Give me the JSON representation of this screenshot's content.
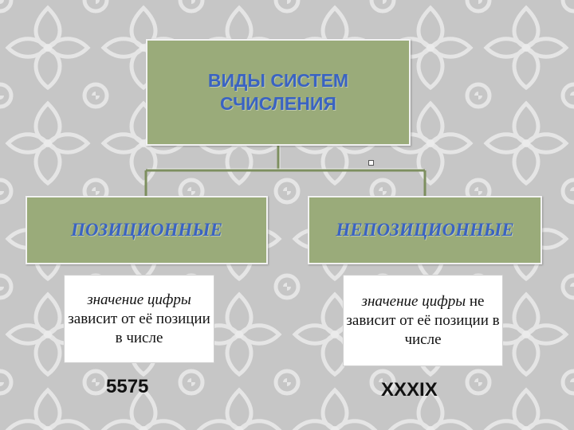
{
  "diagram": {
    "root": {
      "label": "ВИДЫ СИСТЕМ СЧИСЛЕНИЯ"
    },
    "positional": {
      "label": "ПОЗИЦИОННЫЕ",
      "desc_italic": "значение цифры",
      "desc_rest": " зависит от её позиции в числе",
      "example": "5575"
    },
    "nonpositional": {
      "label": "НЕПОЗИЦИОННЫЕ",
      "desc_italic": "значение цифры",
      "desc_rest": " не зависит от её позиции в числе",
      "example": "XXXIX"
    }
  },
  "colors": {
    "box_fill": "#9aab7a",
    "title_text": "#3a63c2",
    "background": "#c9c9c9"
  }
}
